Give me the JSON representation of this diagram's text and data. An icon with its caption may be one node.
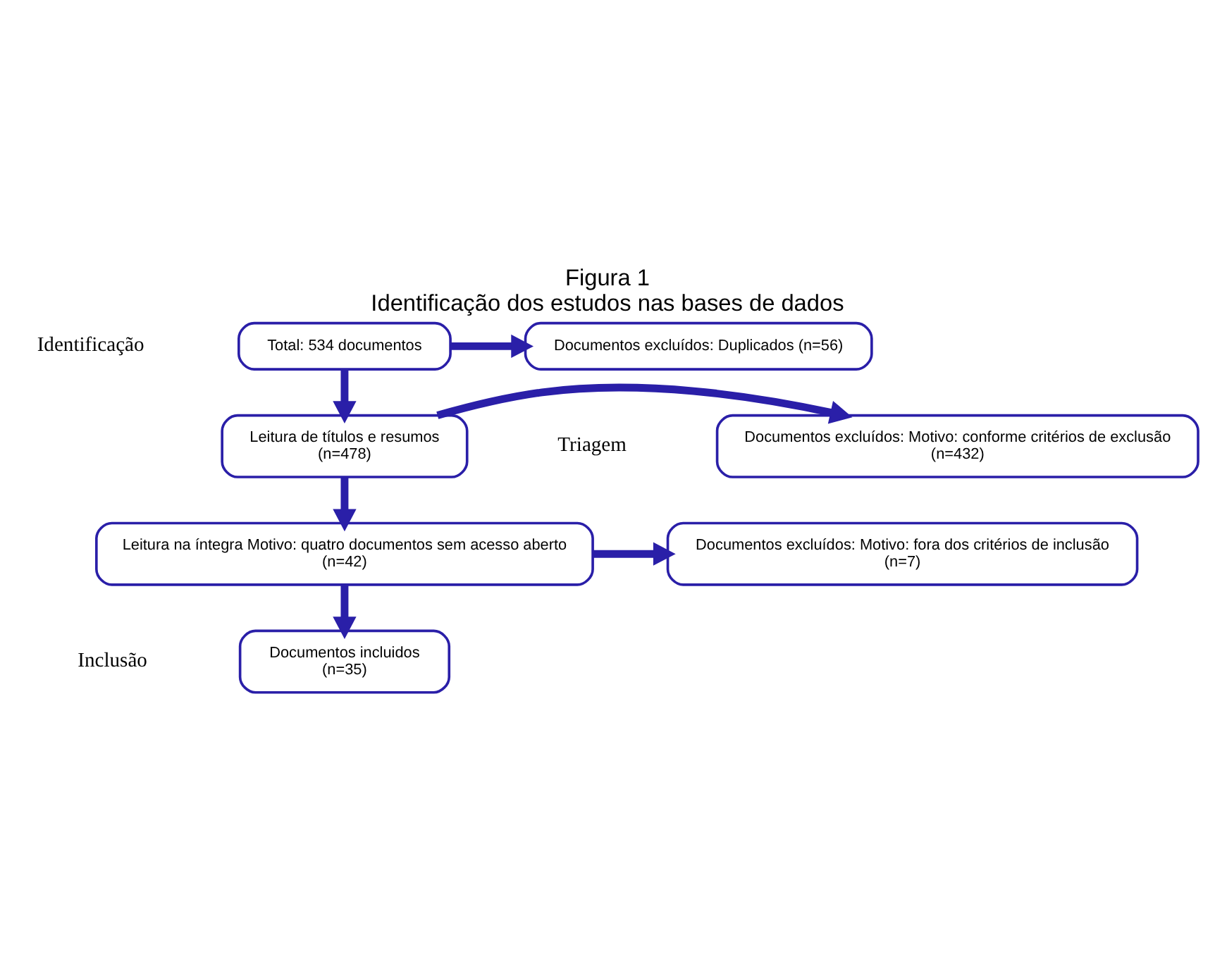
{
  "diagram": {
    "title": "Figura 1",
    "caption": "Identificação dos estudos nas bases de dados",
    "nodes": [
      {
        "text": [
          "Total: 534 documentos"
        ]
      },
      {
        "text": [
          "Documentos excluídos: Duplicados (n=56)"
        ]
      },
      {
        "text": [
          "Leitura de títulos e resumos",
          "(n=478)"
        ]
      },
      {
        "text": [
          "Documentos excluídos: Motivo: conforme critérios de exclusão",
          "(n=432)"
        ]
      },
      {
        "text": [
          "Leitura na íntegra Motivo: quatro documentos sem acesso aberto",
          "(n=42)"
        ]
      },
      {
        "text": [
          "Documentos excluídos: Motivo: fora dos critérios de inclusão",
          "(n=7)"
        ]
      },
      {
        "text": [
          "Documentos incluidos",
          "(n=35)"
        ]
      }
    ],
    "edges": [
      {
        "from": 0,
        "to": 1,
        "arrow": "to"
      },
      {
        "from": 0,
        "to": 2,
        "arrow": "to"
      },
      {
        "from": 2,
        "to": 3,
        "arrow": "to"
      },
      {
        "from": 2,
        "to": 4,
        "arrow": "to"
      },
      {
        "from": 4,
        "to": 5,
        "arrow": "to"
      },
      {
        "from": 4,
        "to": 6,
        "arrow": "to"
      }
    ],
    "labels": [
      "Identificação",
      "Triagem",
      "Inclusão"
    ]
  }
}
